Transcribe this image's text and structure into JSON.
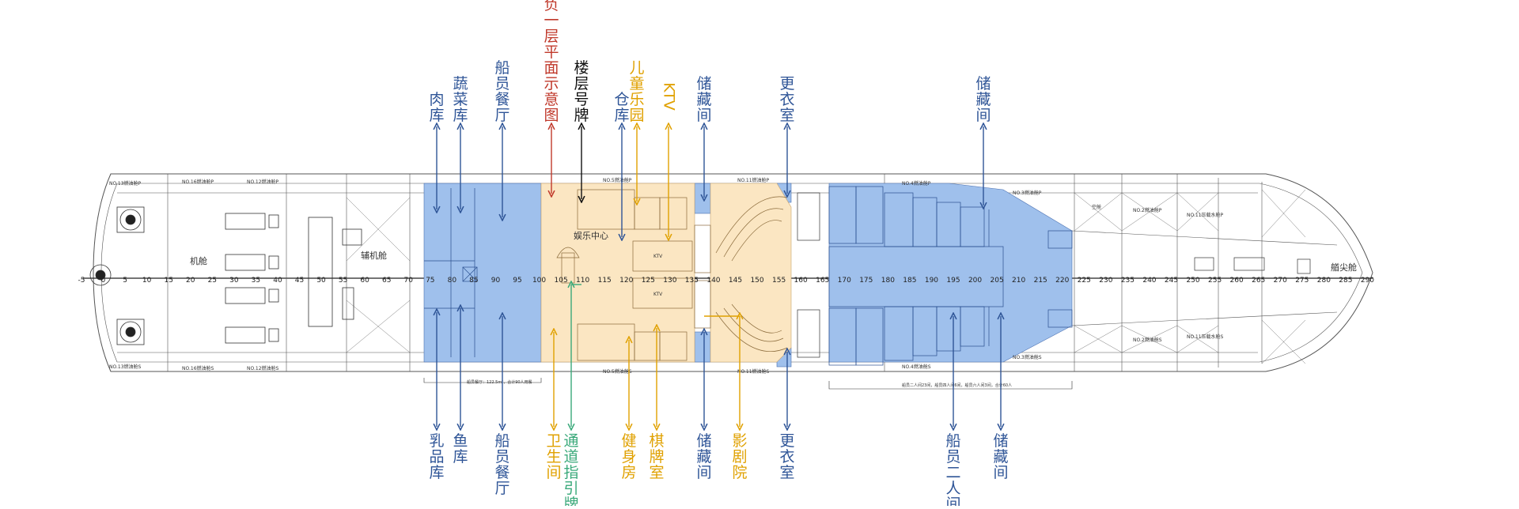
{
  "colors": {
    "blue_arrow": "#2f5597",
    "title_red": "#c0392b",
    "dark": "#111111",
    "yellow": "#e0a100",
    "green": "#3aa97a",
    "blue_zone": "#9fc0ec",
    "beige_zone": "#fbe6c2",
    "hull_line": "#555555"
  },
  "labels": {
    "title": "负一层平面示意图",
    "floor_sign": "楼层号牌",
    "meat_store": "肉库",
    "veg_store": "蔬菜库",
    "crew_mess_top": "船员餐厅",
    "warehouse": "仓库",
    "kids_park": "儿童乐园",
    "ktv_top": "KTV",
    "storage_top_1": "储藏间",
    "changing_top": "更衣室",
    "storage_top_2": "储藏间",
    "dairy_store": "乳品库",
    "fish_store": "鱼库",
    "crew_mess_bottom": "船员餐厅",
    "toilet": "卫生间",
    "passage_sign": "通道指引牌",
    "gym": "健身房",
    "chess_room": "棋牌室",
    "storage_bottom_1": "储藏间",
    "cinema": "影剧院",
    "changing_bottom": "更衣室",
    "crew_double": "船员二人间",
    "storage_bottom_2": "储藏间"
  },
  "plan": {
    "engine_room": "机舱",
    "aux_engine_room": "辅机舱",
    "bow_room": "艏尖舱",
    "entertainment": "娱乐中心",
    "ktv_room_1": "KTV",
    "ktv_room_2": "KTV",
    "tank_n13p": "NO.13燃油舱P",
    "tank_n13s": "NO.13燃油舱S",
    "tank_n16p": "NO.16燃油舱P",
    "tank_n16s": "NO.16燃油舱S",
    "tank_n12p": "NO.12燃油舱P",
    "tank_n12s": "NO.12燃油舱S",
    "tank_n5p": "NO.5燃油舱P",
    "tank_n5s": "NO.5燃油舱S",
    "tank_n11p": "NO.11燃油舱P",
    "tank_n11s": "NO.11燃油舱S",
    "tank_n4p": "NO.4燃油舱P",
    "tank_n4s": "NO.4燃油舱S",
    "tank_n3p": "NO.3燃油舱P",
    "tank_n3s": "NO.3燃油舱S",
    "tank_n2p": "NO.2燃油舱P",
    "tank_n2s": "NO.2燃油舱S",
    "tank_n1p": "NO.11压载水舱P",
    "tank_n1s": "NO.11压载水舱S",
    "void": "空舱",
    "mess_note": "船员餐厅：122.5m²，合计90人用餐",
    "crew_note": "船员二人间23间，船员四人间6间，船员六人间3间，合计60人",
    "frames": [
      "-5",
      "0",
      "5",
      "10",
      "15",
      "20",
      "25",
      "30",
      "35",
      "40",
      "45",
      "50",
      "55",
      "60",
      "65",
      "70",
      "75",
      "80",
      "85",
      "90",
      "95",
      "100",
      "105",
      "110",
      "115",
      "120",
      "125",
      "130",
      "135",
      "140",
      "145",
      "150",
      "155",
      "160",
      "165",
      "170",
      "175",
      "180",
      "185",
      "190",
      "195",
      "200",
      "205",
      "210",
      "215",
      "220",
      "225",
      "230",
      "235",
      "240",
      "245",
      "250",
      "255",
      "260",
      "265",
      "270",
      "275",
      "280",
      "285",
      "290"
    ]
  }
}
